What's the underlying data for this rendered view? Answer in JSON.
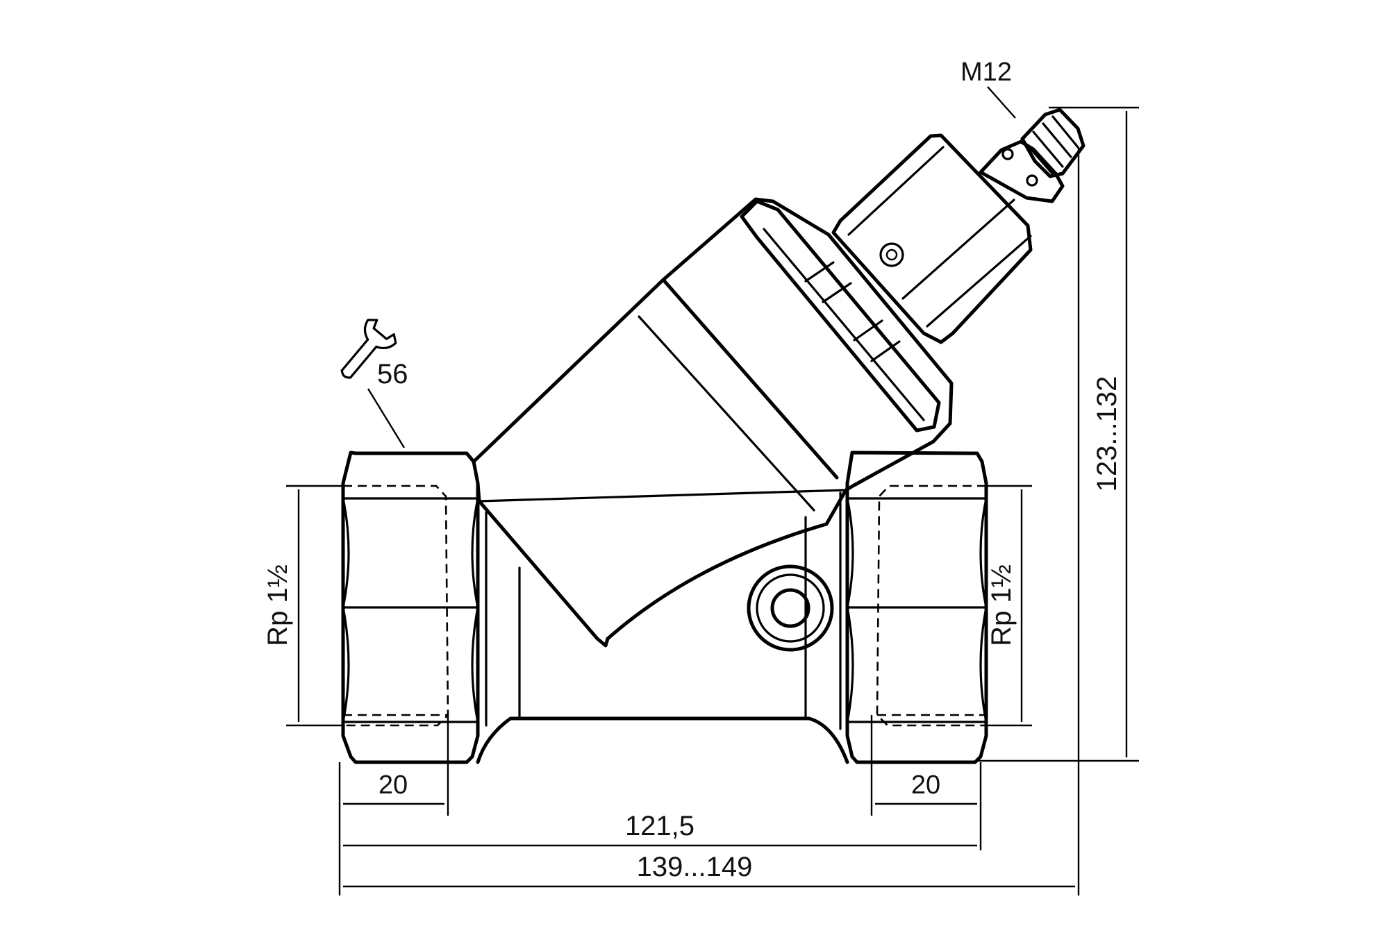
{
  "dimensions": {
    "connector": "M12",
    "wrench_size": "56",
    "thread_left": "Rp 1½",
    "thread_right": "Rp 1½",
    "thread_depth_left": "20",
    "thread_depth_right": "20",
    "body_length": "121,5",
    "total_length": "139...149",
    "total_height": "123...132"
  },
  "icons": {
    "wrench": "wrench-icon"
  }
}
